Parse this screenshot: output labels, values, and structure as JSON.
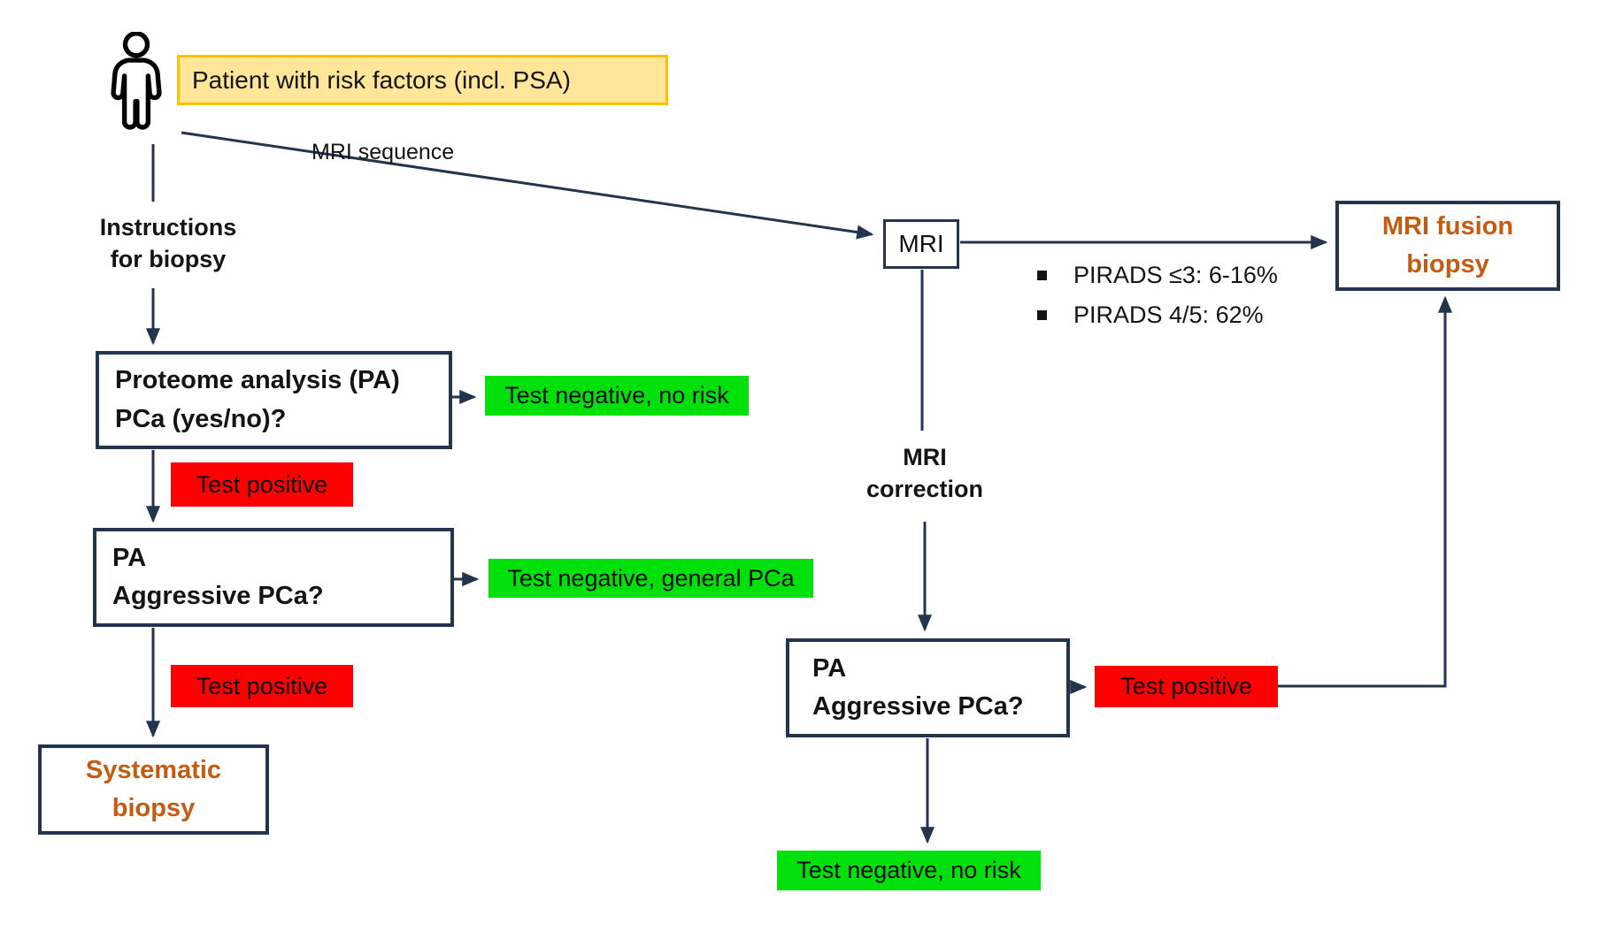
{
  "palette": {
    "line": "#24344E",
    "green": "#00E10C",
    "red": "#FE0000",
    "orange": "#C55A11",
    "yellow_fill": "#FFE699",
    "yellow_border": "#FFC000"
  },
  "nodes": {
    "patient": {
      "label": "Patient with risk factors (incl. PSA)"
    },
    "mri_sequence": "MRI sequence",
    "instructions": {
      "line1": "Instructions",
      "line2": "for biopsy"
    },
    "proteome": {
      "line1": "Proteome analysis (PA)",
      "line2": "PCa (yes/no)?"
    },
    "test_negative_no_risk_left": "Test negative, no risk",
    "test_positive_left_1": "Test positive",
    "pa_aggressive_left": {
      "line1": "PA",
      "line2": "Aggressive PCa?"
    },
    "test_negative_general": "Test negative, general PCa",
    "test_positive_left_2": "Test positive",
    "systematic_biopsy": {
      "line1": "Systematic",
      "line2": "biopsy"
    },
    "mri": "MRI",
    "pirads": [
      "PIRADS ≤3: 6-16%",
      "PIRADS 4/5: 62%"
    ],
    "mri_fusion": {
      "line1": "MRI fusion",
      "line2": "biopsy"
    },
    "mri_correction": {
      "line1": "MRI",
      "line2": "correction"
    },
    "pa_aggressive_right": {
      "line1": "PA",
      "line2": "Aggressive PCa?"
    },
    "test_positive_right": "Test positive",
    "test_negative_no_risk_right": "Test negative, no risk"
  }
}
